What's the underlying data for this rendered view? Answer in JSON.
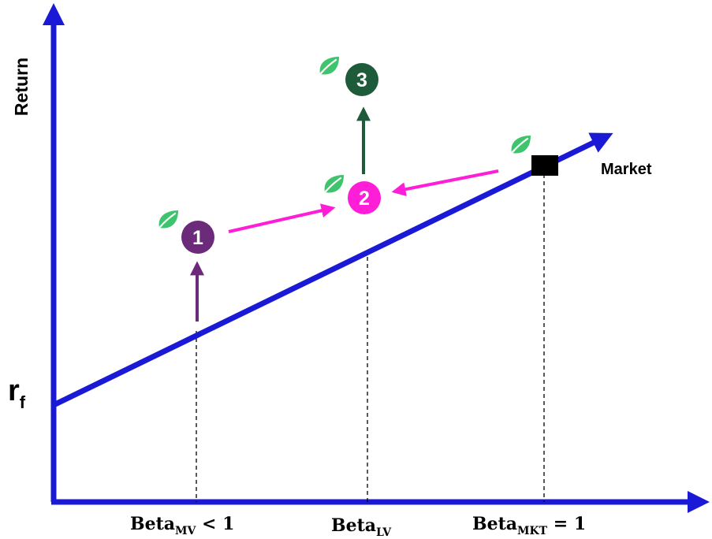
{
  "axes": {
    "y_label": "Return",
    "rf_main": "r",
    "rf_sub": "f"
  },
  "line": {
    "label": "Market"
  },
  "ticks": {
    "mv": {
      "main": "Beta",
      "sub": "MV",
      "suffix": " < 1"
    },
    "lv": {
      "main": "Beta",
      "sub": "LV"
    },
    "mkt": {
      "main": "Beta",
      "sub": "MKT",
      "suffix": " = 1"
    }
  },
  "portfolios": [
    {
      "number": "1",
      "color": "#6b2a7a"
    },
    {
      "number": "2",
      "color": "#ff1ed7"
    },
    {
      "number": "3",
      "color": "#1d5b3a"
    }
  ],
  "colors": {
    "axis": "#1a1ad6",
    "line": "#1a1ad6",
    "leaf": "#3ec46d",
    "arrow_1": "#6b2a7a",
    "arrow_2": "#ff1ed7",
    "arrow_3": "#1d5b3a",
    "market_marker": "#000000"
  },
  "icons": {
    "leaf": "leaf-icon"
  }
}
